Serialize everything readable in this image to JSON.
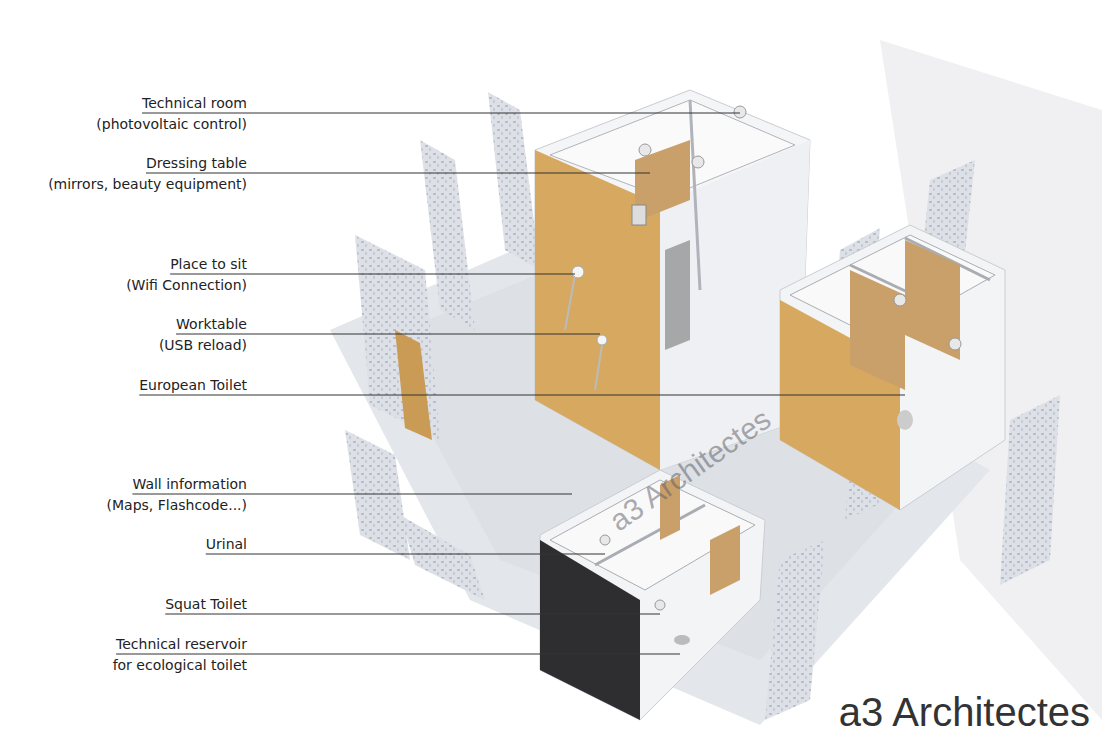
{
  "diagram": {
    "labels": [
      "Technical room",
      "(photovoltaic control)",
      "Dressing table",
      "(mirrors, beauty equipment)",
      "Place to sit",
      "(Wifi Connection)",
      "Worktable",
      "(USB reload)",
      "European Toilet",
      "Wall information",
      "(Maps, Flashcode...)",
      "Urinal",
      "Squat Toilet",
      "Technical reservoir",
      "for ecological toilet",
      "a3 Architectes",
      "a3 Architectes"
    ]
  }
}
